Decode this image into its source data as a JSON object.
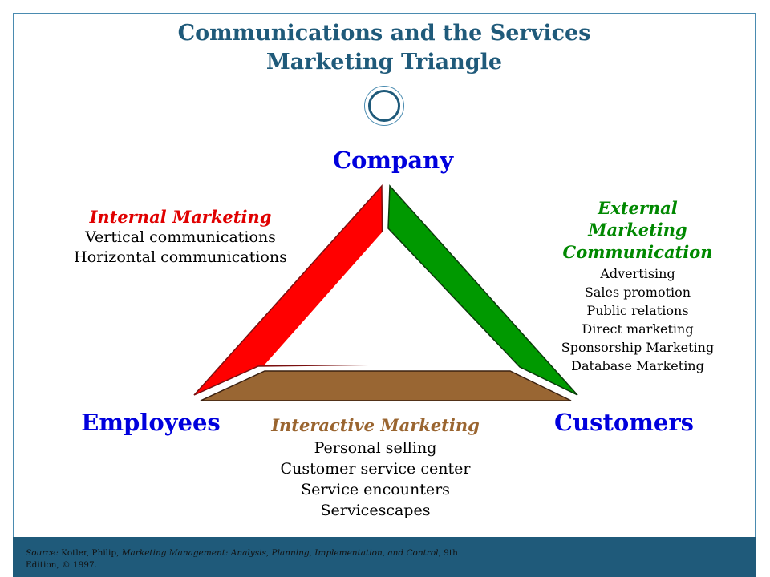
{
  "title": {
    "line1": "Communications and the Services",
    "line2": "Marketing Triangle"
  },
  "vertices": {
    "company": "Company",
    "employees": "Employees",
    "customers": "Customers"
  },
  "internal": {
    "heading": "Internal Marketing",
    "items": [
      "Vertical communications",
      "Horizontal communications"
    ],
    "color": "#e00000"
  },
  "external": {
    "heading": [
      "External",
      "Marketing",
      "Communication"
    ],
    "items": [
      "Advertising",
      "Sales promotion",
      "Public relations",
      "Direct marketing",
      "Sponsorship Marketing",
      "Database Marketing"
    ],
    "color": "#008800"
  },
  "interactive": {
    "heading": "Interactive Marketing",
    "items": [
      "Personal selling",
      "Customer service center",
      "Service encounters",
      "Servicescapes"
    ],
    "color": "#9a6530"
  },
  "source": {
    "prefix": "Source: ",
    "text1": "Kotler, Philip, ",
    "book": "Marketing Management: Analysis, Planning, Implementation, and Control",
    "text2": ", 9th Edition, © 1997."
  }
}
